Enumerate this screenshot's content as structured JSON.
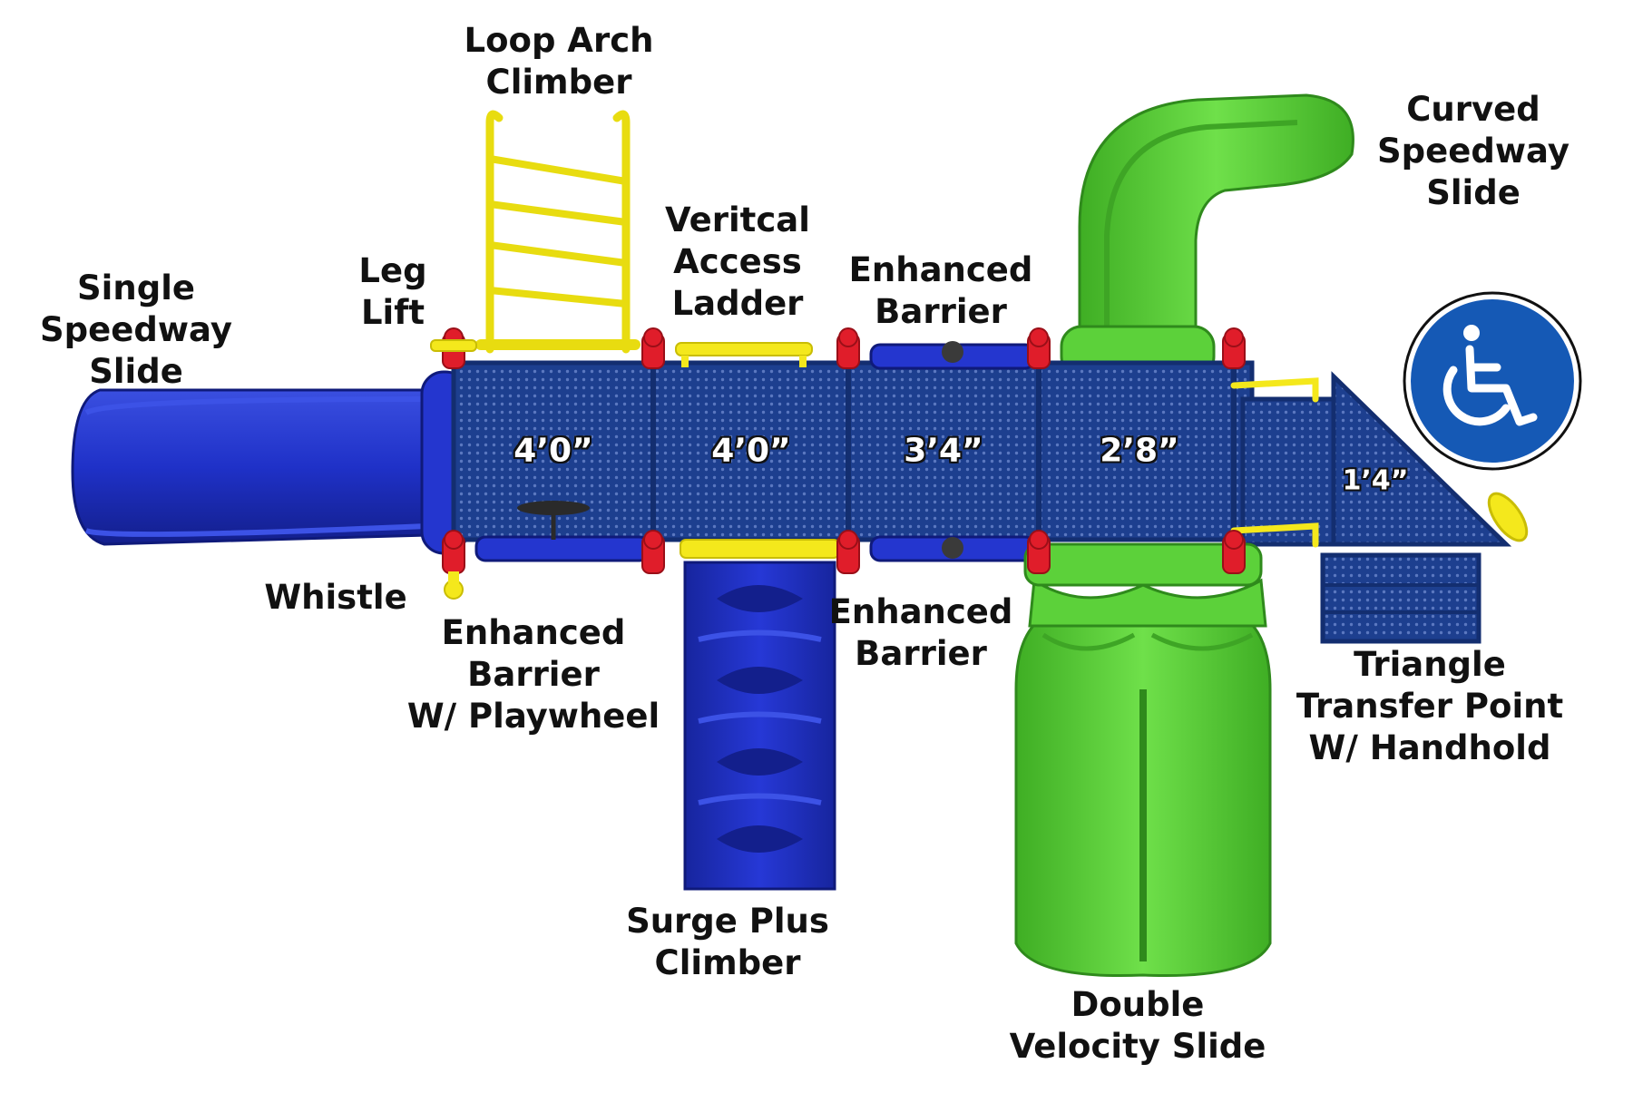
{
  "labels": {
    "loop_arch_climber": [
      "Loop Arch",
      "Climber"
    ],
    "curved_speedway_slide": [
      "Curved",
      "Speedway",
      "Slide"
    ],
    "single_speedway_slide": [
      "Single",
      "Speedway",
      "Slide"
    ],
    "leg_lift": [
      "Leg",
      "Lift"
    ],
    "vertical_access_ladder": [
      "Veritcal",
      "Access",
      "Ladder"
    ],
    "enhanced_barrier_top": [
      "Enhanced",
      "Barrier"
    ],
    "whistle": [
      "Whistle"
    ],
    "enhanced_barrier_playwheel": [
      "Enhanced",
      "Barrier",
      "W/ Playwheel"
    ],
    "enhanced_barrier_bottom": [
      "Enhanced",
      "Barrier"
    ],
    "triangle_transfer_point": [
      "Triangle",
      "Transfer Point",
      "W/ Handhold"
    ],
    "surge_plus_climber": [
      "Surge Plus",
      "Climber"
    ],
    "double_velocity_slide": [
      "Double",
      "Velocity Slide"
    ]
  },
  "deck_heights": [
    "4’0”",
    "4’0”",
    "3’4”",
    "2’8”",
    "1’4”"
  ],
  "colors": {
    "deck": "#1d3f8f",
    "blue_component": "#1f31c8",
    "green_component": "#5cd13a",
    "yellow_component": "#f4e81c",
    "red_post_cap": "#e01d2a",
    "accessibility_sign": "#1559b5"
  },
  "icons": {
    "accessibility": "wheelchair-icon"
  }
}
